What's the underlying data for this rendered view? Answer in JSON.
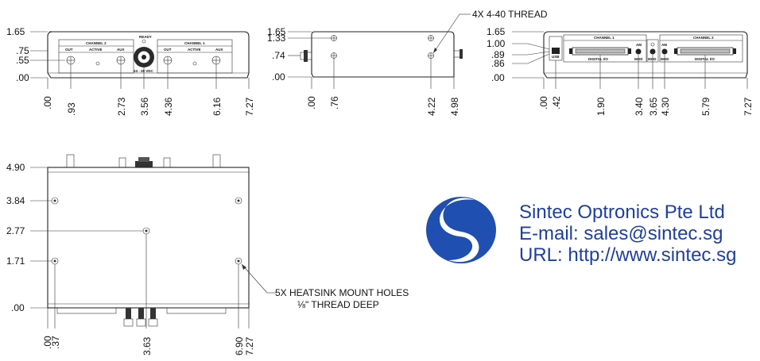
{
  "views": {
    "front": {
      "ylabels": [
        "1.65",
        ".75",
        ".55",
        ".00"
      ],
      "xlabels": [
        ".00",
        ".93",
        "2.73",
        "3.56",
        "4.36",
        "6.16",
        "7.27"
      ],
      "panel_labels": {
        "channel2": "CHANNEL 2",
        "channel1": "CHANNEL 1",
        "out": "OUT",
        "active": "ACTIVE",
        "aux": "AUX",
        "ready": "READY",
        "voltage": "24 - 28 VDC"
      }
    },
    "side": {
      "ylabels": [
        "1.65",
        "1.33",
        ".74",
        ".00"
      ],
      "xlabels": [
        ".00",
        ".76",
        "4.22",
        "4.98"
      ],
      "thread_note": "4X 4-40 THREAD"
    },
    "rear": {
      "ylabels": [
        "1.65",
        "1.00",
        ".89",
        ".86",
        ".00"
      ],
      "xlabels": [
        ".00",
        ".42",
        "1.90",
        "3.40",
        "3.65",
        "4.30",
        "5.79",
        "7.27"
      ],
      "panel_labels": {
        "channel1": "CHANNEL 1",
        "channel2": "CHANNEL 2",
        "digital_io": "DIGITAL I/O",
        "usb": "USB",
        "am": "AM",
        "mod": "MOD"
      }
    },
    "bottom": {
      "ylabels": [
        "4.90",
        "3.84",
        "2.77",
        "1.71",
        ".00"
      ],
      "xlabels": [
        ".00",
        ".37",
        "3.63",
        "6.90",
        "7.27"
      ],
      "holes_note_line1": "5X HEATSINK MOUNT HOLES",
      "holes_note_line2": "⅛\" THREAD DEEP"
    }
  },
  "company": {
    "name": "Sintec Optronics Pte Ltd",
    "email": "E-mail: sales@sintec.sg",
    "url": "URL: http://www.sintec.sg",
    "brand_color": "#1f3f9e",
    "logo_color": "#1f4fb0"
  }
}
